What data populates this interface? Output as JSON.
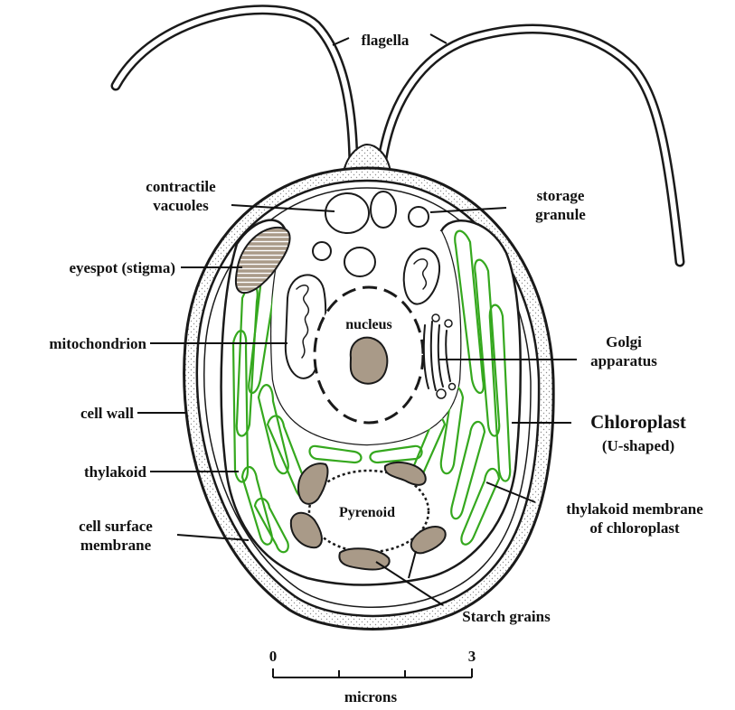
{
  "labels": {
    "flagella": "flagella",
    "contractile_1": "contractile",
    "contractile_2": "vacuoles",
    "storage_1": "storage",
    "storage_2": "granule",
    "eyespot": "eyespot (stigma)",
    "mitochondrion": "mitochondrion",
    "nucleus": "nucleus",
    "golgi_1": "Golgi",
    "golgi_2": "apparatus",
    "cell_wall": "cell wall",
    "chloroplast": "Chloroplast",
    "chloroplast_sub": "(U-shaped)",
    "thylakoid": "thylakoid",
    "surface_1": "cell surface",
    "surface_2": "membrane",
    "thylakoid_mem_1": "thylakoid membrane",
    "thylakoid_mem_2": "of chloroplast",
    "pyrenoid": "Pyrenoid",
    "starch": "Starch grains"
  },
  "scale_bar": {
    "start_label": "0",
    "end_label": "3",
    "unit": "microns"
  },
  "colors": {
    "thylakoid_green": "#35a81e",
    "organelle_brown": "#a99a88",
    "ink": "#1a1a1a",
    "wall_stipple": "#b5b5b5"
  }
}
